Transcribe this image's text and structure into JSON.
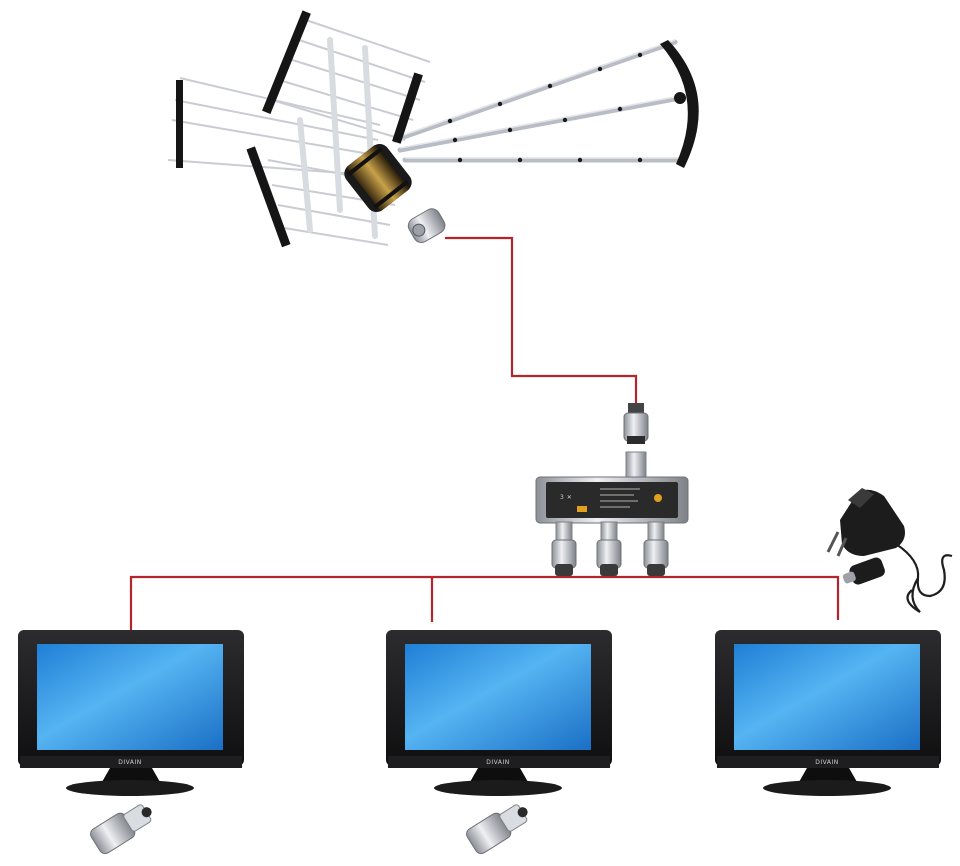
{
  "colors": {
    "cable": "#b3242c",
    "tv_frame": "#1c1c1e",
    "tv_screen": "#2f97e6",
    "antenna_metal": "#b8bcc4",
    "antenna_dark": "#1a1a1a",
    "splitter_body": "#2a2a2a"
  },
  "tvs": [
    {
      "brand": "DIVAIN"
    },
    {
      "brand": "DIVAIN"
    },
    {
      "brand": "DIVAIN"
    }
  ],
  "splitter": {
    "mark": "3 ✕"
  },
  "icons": [
    "antenna-icon",
    "splitter-icon",
    "power-adapter-icon",
    "tv-icon",
    "coax-plug-icon"
  ]
}
